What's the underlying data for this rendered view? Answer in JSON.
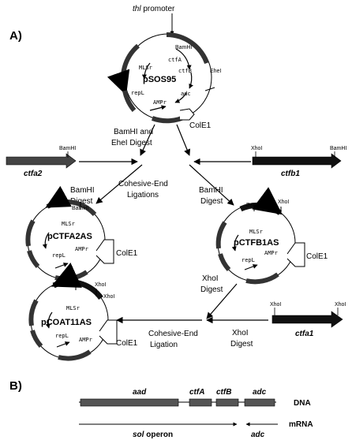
{
  "panel_a": {
    "label": "A)",
    "promoter_italic": "thl",
    "promoter_rest": " promoter",
    "pSOS95": {
      "name": "pSOS95",
      "BamHI": "BamHI",
      "EheI": "EheI",
      "ctfA": "ctfA",
      "ctfB": "ctfB",
      "MLSr": "MLSr",
      "repL": "repL",
      "adc": "adc",
      "AMPr": "AMPr",
      "ColE1": "ColE1"
    },
    "digest1_line1": "BamHI and",
    "digest1_line2": "EheI Digest",
    "ctfa2": {
      "name": "ctfa2",
      "site": "BamHI"
    },
    "ctfb1": {
      "name": "ctfb1",
      "site_left": "XhoI",
      "site_right": "BamHI"
    },
    "bamhi_digest_left": [
      "BamHI",
      "Digest"
    ],
    "bamhi_digest_right": [
      "BamHI",
      "Digest"
    ],
    "ligation_center": [
      "Cohesive-End",
      "Ligations"
    ],
    "pCTFA2AS": {
      "name": "pCTFA2AS",
      "BamHI": "BamHI",
      "MLSr": "MLSr",
      "repL": "repL",
      "AMPr": "AMPr",
      "ColE1": "ColE1"
    },
    "pCTFB1AS": {
      "name": "pCTFB1AS",
      "BamHI": "BamHI",
      "XhoI": "XhoI",
      "MLSr": "MLSr",
      "repL": "repL",
      "AMPr": "AMPr",
      "ColE1": "ColE1"
    },
    "xhoi_digest_mid": [
      "XhoI",
      "Digest"
    ],
    "ctfa1": {
      "name": "ctfa1",
      "site_left": "XhoI",
      "site_right": "XhoI"
    },
    "xhoi_digest_bottom": [
      "XhoI",
      "Digest"
    ],
    "ligation_bottom": [
      "Cohesive-End",
      "Ligation"
    ],
    "pCOAT11AS": {
      "name": "pCOAT11AS",
      "XhoI": "XhoI",
      "MLSr": "MLSr",
      "repL": "repL",
      "AMPr": "AMPr",
      "ColE1": "ColE1"
    }
  },
  "panel_b": {
    "label": "B)",
    "genes": [
      "aad",
      "ctfA",
      "ctfB",
      "adc"
    ],
    "dna": "DNA",
    "mrna": "mRNA",
    "sol_italic": "sol",
    "operon": " operon",
    "adc_mrna": "adc"
  }
}
